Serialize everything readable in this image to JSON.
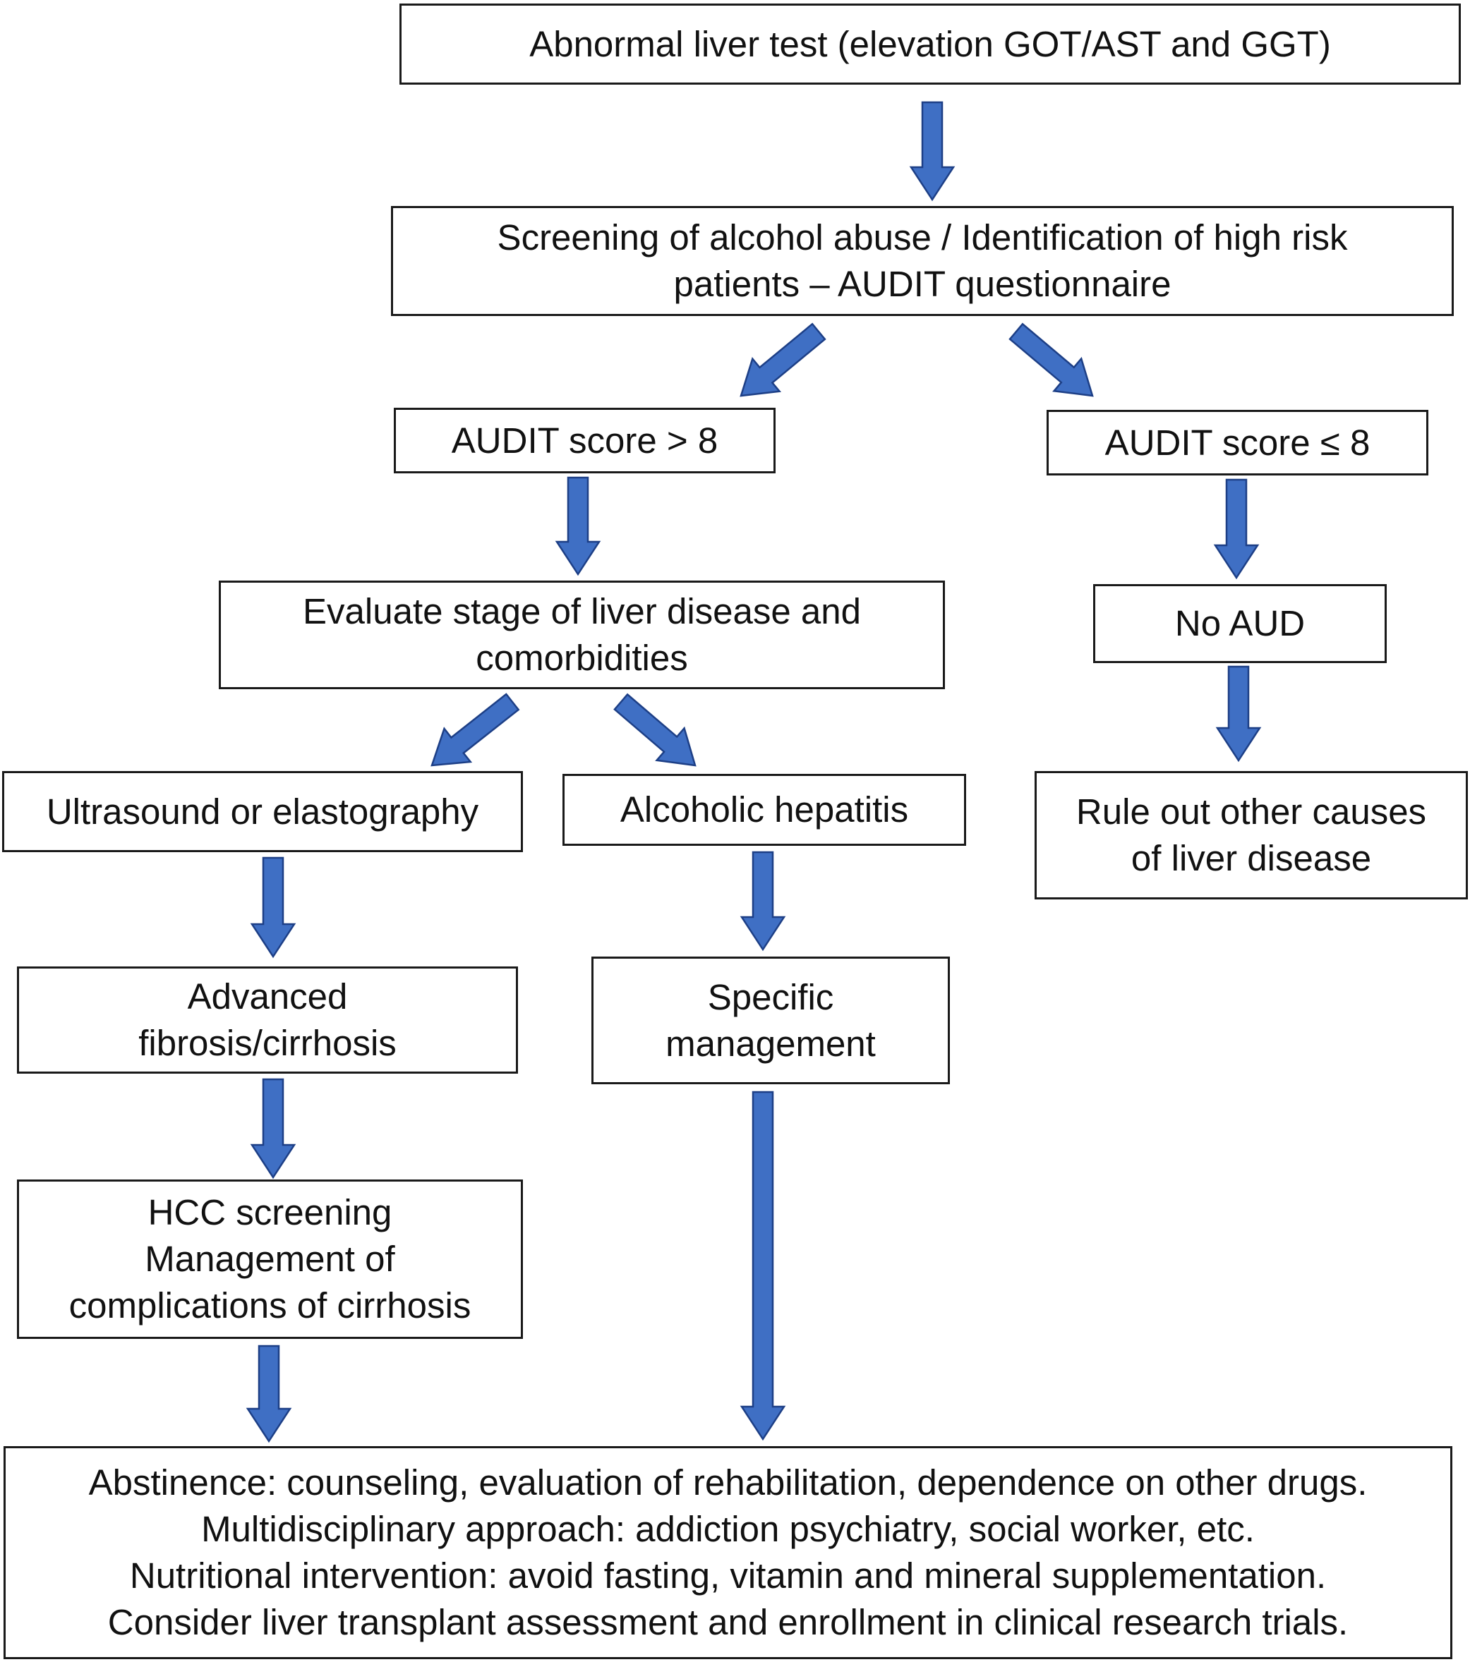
{
  "colors": {
    "arrow_fill": "#3f6fc4",
    "arrow_stroke": "#1d3f86",
    "box_border": "#1a1a1a"
  },
  "nodes": {
    "abnormal_test": [
      "Abnormal liver test (elevation GOT/AST and GGT)"
    ],
    "screening": [
      "Screening of alcohol abuse / Identification of high risk",
      "patients – AUDIT questionnaire"
    ],
    "audit_high": [
      "AUDIT score > 8"
    ],
    "audit_low": [
      "AUDIT score ≤ 8"
    ],
    "evaluate_stage": [
      "Evaluate stage of liver disease and",
      "comorbidities"
    ],
    "no_aud": [
      "No AUD"
    ],
    "ultrasound": [
      "Ultrasound or elastography"
    ],
    "alcoholic_hepatitis": [
      "Alcoholic hepatitis"
    ],
    "rule_out": [
      "Rule out other causes",
      "of liver disease"
    ],
    "advanced_fibrosis": [
      "Advanced",
      "fibrosis/cirrhosis"
    ],
    "specific_management": [
      "Specific",
      "management"
    ],
    "hcc_screening": [
      "HCC screening",
      "Management of",
      "complications of cirrhosis"
    ],
    "abstinence": [
      "Abstinence: counseling, evaluation of rehabilitation, dependence on other drugs.",
      "Multidisciplinary approach: addiction psychiatry, social worker, etc.",
      "Nutritional intervention: avoid fasting, vitamin and mineral supplementation.",
      "Consider liver transplant assessment and enrollment in clinical research trials."
    ]
  },
  "edges": [
    {
      "from": "abnormal_test",
      "to": "screening"
    },
    {
      "from": "screening",
      "to": "audit_high"
    },
    {
      "from": "screening",
      "to": "audit_low"
    },
    {
      "from": "audit_high",
      "to": "evaluate_stage"
    },
    {
      "from": "audit_low",
      "to": "no_aud"
    },
    {
      "from": "evaluate_stage",
      "to": "ultrasound"
    },
    {
      "from": "evaluate_stage",
      "to": "alcoholic_hepatitis"
    },
    {
      "from": "no_aud",
      "to": "rule_out"
    },
    {
      "from": "ultrasound",
      "to": "advanced_fibrosis"
    },
    {
      "from": "alcoholic_hepatitis",
      "to": "specific_management"
    },
    {
      "from": "advanced_fibrosis",
      "to": "hcc_screening"
    },
    {
      "from": "hcc_screening",
      "to": "abstinence"
    },
    {
      "from": "specific_management",
      "to": "abstinence"
    }
  ]
}
